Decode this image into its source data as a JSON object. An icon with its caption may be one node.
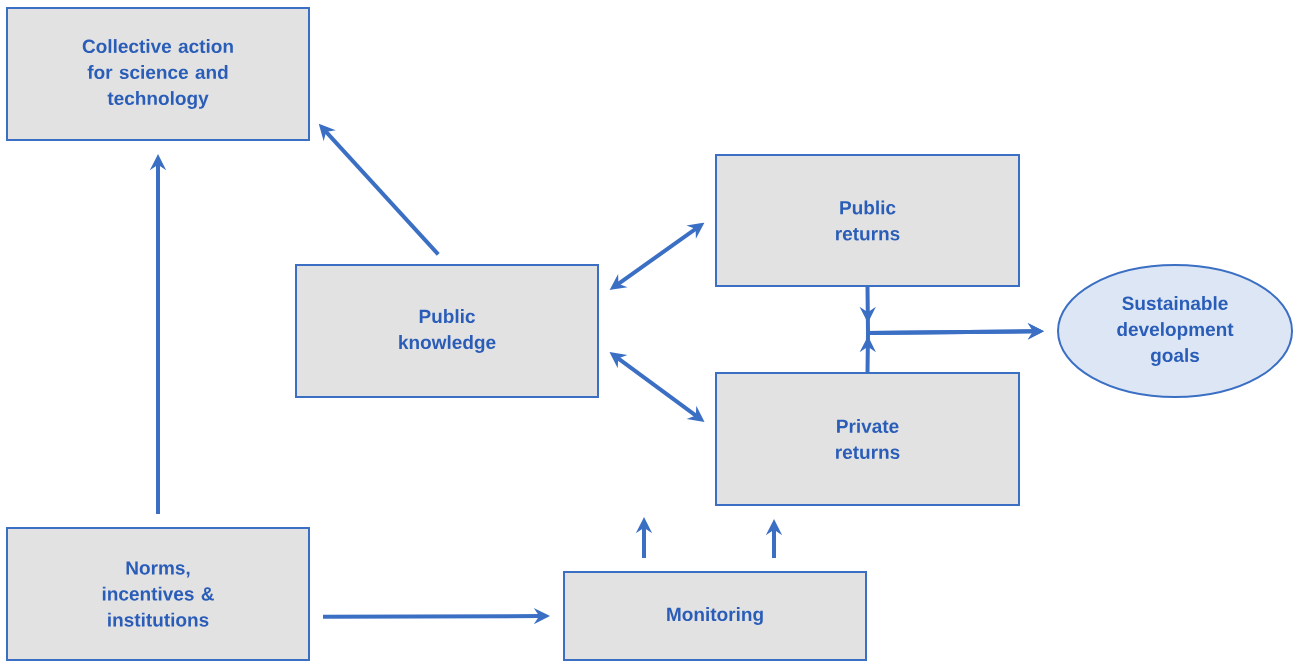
{
  "diagram": {
    "nodes": [
      {
        "text": [
          "Collective action for science and technology"
        ]
      },
      {
        "text": [
          "Public knowledge"
        ]
      },
      {
        "text": [
          "Public returns"
        ]
      },
      {
        "text": [
          "Sustainable development goals"
        ]
      },
      {
        "text": [
          "Private returns"
        ]
      },
      {
        "text": [
          "Norms, incentives & institutions"
        ]
      },
      {
        "text": [
          "Monitoring"
        ]
      }
    ],
    "edges": [
      {
        "from": 5,
        "to": 0,
        "arrow": "to"
      },
      {
        "from": 1,
        "to": 0,
        "arrow": "to"
      },
      {
        "from": 1,
        "to": 2,
        "arrow": "both"
      },
      {
        "from": 1,
        "to": 4,
        "arrow": "both"
      },
      {
        "from": 2,
        "to": 3,
        "arrow": "to"
      },
      {
        "from": 4,
        "to": 3,
        "arrow": "to"
      },
      {
        "from": 5,
        "to": 6,
        "arrow": "to"
      },
      {
        "from": 6,
        "to": null,
        "arrow": "to"
      },
      {
        "from": 6,
        "to": 4,
        "arrow": "to"
      }
    ]
  }
}
